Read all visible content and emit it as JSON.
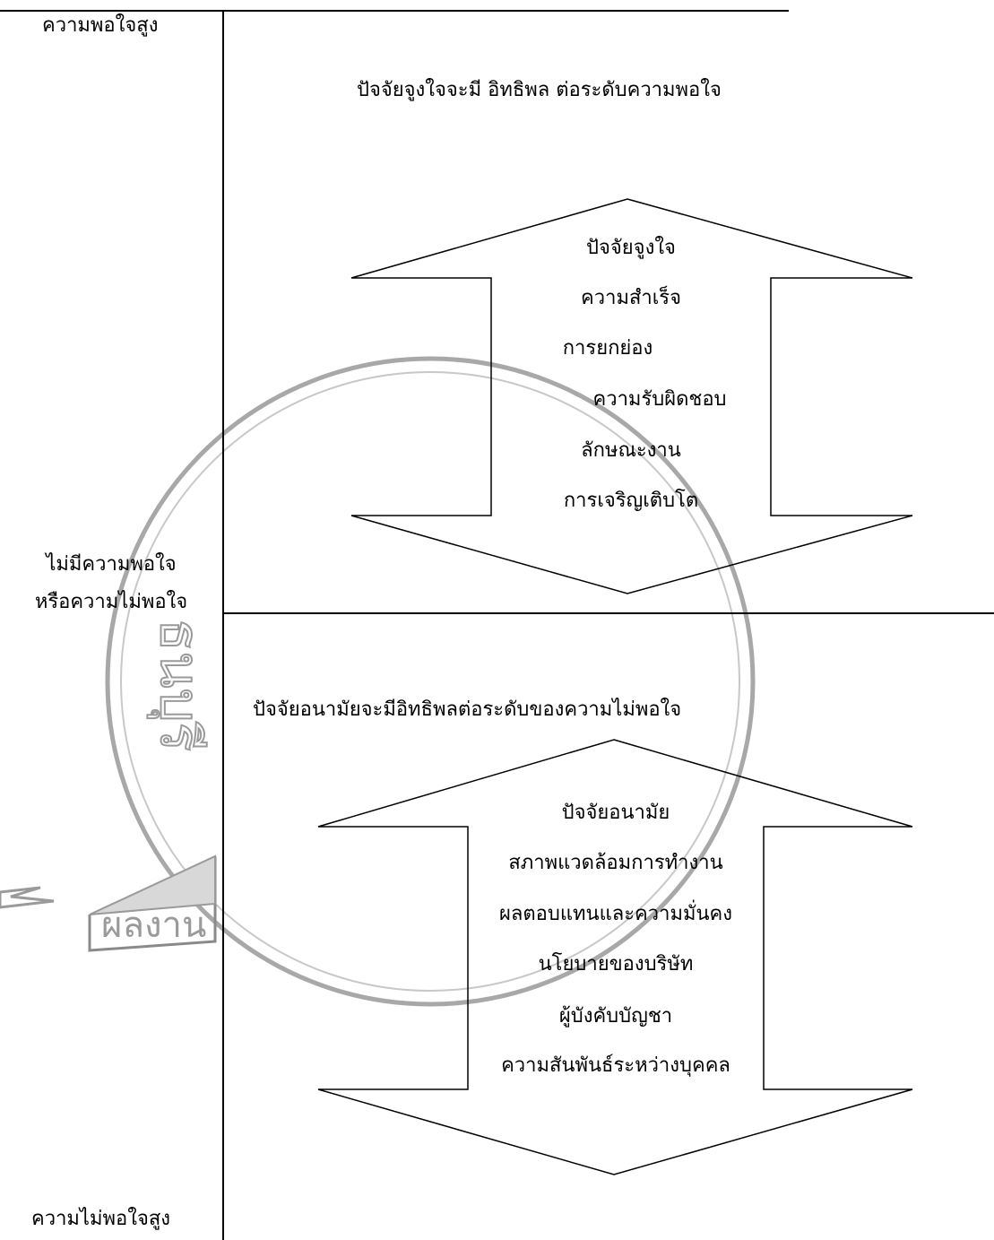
{
  "left_axis": {
    "top_label": "ความพอใจสูง",
    "middle_label_line1": "ไม่มีความพอใจ",
    "middle_label_line2": "หรือความไม่พอใจ",
    "bottom_label": "ความไม่พอใจสูง"
  },
  "motivators": {
    "heading": "ปัจจัยจูงใจจะมี อิทธิพล  ต่อระดับความพอใจ",
    "box_title": "ปัจจัยจูงใจ",
    "items": [
      "ความสำเร็จ",
      "การยกย่อง",
      "ความรับผิดชอบ",
      "ลักษณะงาน",
      "การเจริญเติบโต"
    ]
  },
  "hygiene": {
    "heading": "ปัจจัยอนามัยจะมีอิทธิพลต่อระดับของความไม่พอใจ",
    "box_title": "ปัจจัยอนามัย",
    "items": [
      "สภาพแวดล้อมการทำงาน",
      "ผลตอบแทนและความมั่นคง",
      "นโยบายของบริษัท",
      "ผู้บังคับบัญชา",
      "ความสันพันธ์ระหว่างบุคคล"
    ]
  },
  "watermark": {
    "text_fragment": "ผลงาน"
  },
  "colors": {
    "line": "#000000",
    "watermark": "#b0b0b0",
    "background": "#ffffff"
  }
}
